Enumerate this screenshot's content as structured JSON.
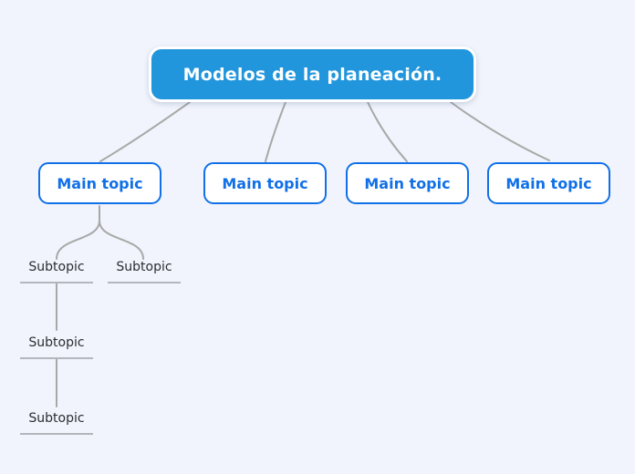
{
  "colors": {
    "canvas_bg": "#f1f4fc",
    "root_fill": "#2196dc",
    "root_text": "#ffffff",
    "accent_blue": "#1170e8",
    "connector_gray": "#a8a8a8",
    "subtopic_text": "#2b2d31",
    "subtopic_underline": "#b3b6bc"
  },
  "mindmap": {
    "root": {
      "label": "Modelos de la planeación."
    },
    "main_topics": [
      {
        "label": "Main topic",
        "children": [
          {
            "label": "Subtopic",
            "children": [
              {
                "label": "Subtopic",
                "children": [
                  {
                    "label": "Subtopic",
                    "children": []
                  }
                ]
              }
            ]
          },
          {
            "label": "Subtopic",
            "children": []
          }
        ]
      },
      {
        "label": "Main topic",
        "children": []
      },
      {
        "label": "Main topic",
        "children": []
      },
      {
        "label": "Main topic",
        "children": []
      }
    ]
  }
}
